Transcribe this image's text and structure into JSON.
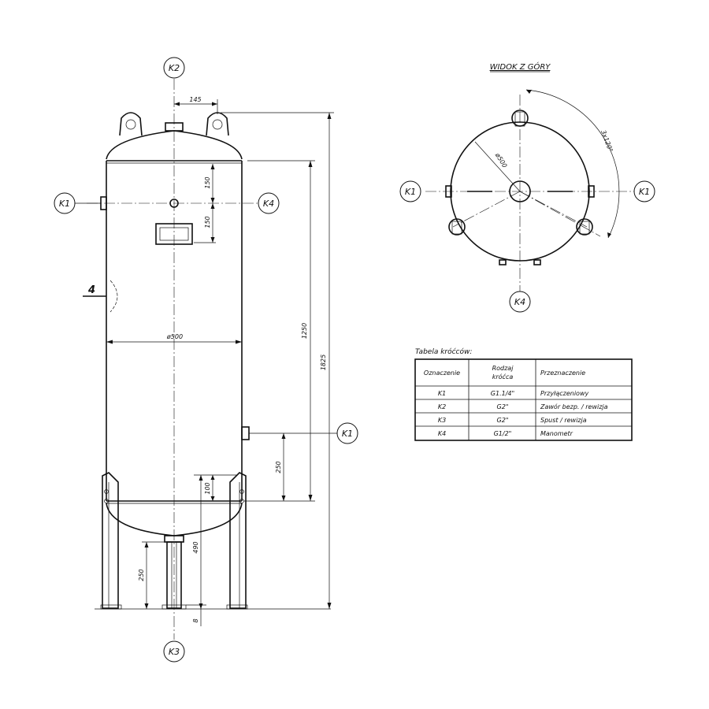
{
  "view_title": "WIDOK Z GÓRY",
  "table_caption": "Tabela króćców:",
  "table": {
    "headers": [
      "Oznaczenie",
      "Rodzaj\nkróćca",
      "Przeznaczenie"
    ],
    "rows": [
      [
        "K1",
        "G1.1/4\"",
        "Przyłączeniowy"
      ],
      [
        "K2",
        "G2\"",
        "Zawór bezp. / rewizja"
      ],
      [
        "K3",
        "G2\"",
        "Spust / rewizja"
      ],
      [
        "K4",
        "G1/2\"",
        "Manometr"
      ]
    ]
  },
  "callouts": {
    "k1_left": "K1",
    "k1_right": "K1",
    "k2_top": "K2",
    "k3_bottom": "K3",
    "k4_front": "K4",
    "top_k1_left": "K1",
    "top_k1_right": "K1",
    "top_k4": "K4"
  },
  "section_mark": "4",
  "dimensions": {
    "d145": "145",
    "d150a": "150",
    "d150b": "150",
    "d1250": "1250",
    "d1825": "1825",
    "d250a": "250",
    "d100": "100",
    "d490": "490",
    "d250b": "250",
    "d8": "8",
    "diam_front": "ø500",
    "diam_top": "ø500",
    "angle": "3x120°"
  }
}
